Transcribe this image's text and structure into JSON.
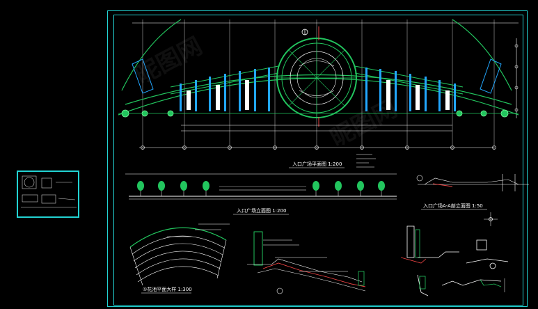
{
  "drawing": {
    "plan_title": "入口广场平面图 1:200",
    "elevation_title": "入口广场立面图 1:200",
    "section_title": "入口广场A-A剖立面图 1:50",
    "detail_title": "①花池平面大样 1:300",
    "colors": {
      "background": "#000000",
      "frame": "#22d3d3",
      "wall": "#22c55e",
      "dimension": "#ffffff",
      "accent": "#ef4444",
      "column": "#22a7ff"
    }
  },
  "watermark": {
    "text": "昵图网"
  }
}
